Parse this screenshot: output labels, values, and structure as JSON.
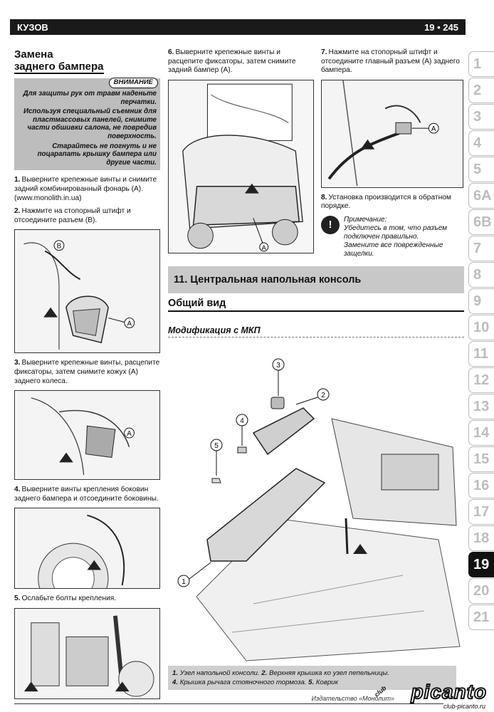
{
  "header": {
    "section": "КУЗОВ",
    "page": "19 • 245"
  },
  "col1": {
    "title_line1": "Замена",
    "title_line2": "заднего бампера",
    "warning": {
      "label": "ВНИМАНИЕ",
      "p1": "Для защиты рук от травм наденьте перчатки.",
      "p2": "Используя специальный съемник для пластмассовых панелей, снимите части обшивки салона, не повредив поверхность.",
      "p3": "Старайтесь не погнуть и не поцарапать крышку бампера или другие части."
    },
    "step1_num": "1.",
    "step1": "Выверните крепежные винты и снимите задний комбинированный фонарь (А). (www.monolith.in.ua)",
    "step2_num": "2.",
    "step2": "Нажмите на стопорный штифт и отсоедините разъем (В).",
    "step3_num": "3.",
    "step3": "Выверните крепежные винты, расцепите фиксаторы, затем снимите кожух (А) заднего колеса.",
    "step4_num": "4.",
    "step4": "Выверните винты крепления боковин заднего бампера и отсоедините боковины.",
    "step5_num": "5.",
    "step5": "Ослабьте болты крепления."
  },
  "col2": {
    "step6_num": "6.",
    "step6": "Выверните крепежные винты и расцепите фиксаторы, затем снимите задний бампер (А)."
  },
  "col3": {
    "step7_num": "7.",
    "step7": "Нажмите на стопорный штифт и отсоедините главный разъем (А) заднего бампера.",
    "step8_num": "8.",
    "step8": "Установка производится в обратном порядке.",
    "note_title": "Примечание:",
    "note_p1": "Убедитесь в том, что разъем подключен правильно.",
    "note_p2": "Замените все поврежденные защелки."
  },
  "section11": {
    "title": "11. Центральная напольная консоль",
    "general": "Общий вид",
    "modification": "Модификация с МКП"
  },
  "callouts": {
    "A": "A",
    "B": "B",
    "n1": "1",
    "n2": "2",
    "n3": "3",
    "n4": "4",
    "n5": "5"
  },
  "caption": {
    "n1": "1.",
    "t1": "Узел напольной консоли.",
    "n2": "2.",
    "t2": "Верхняя крышка ко",
    "t3": "узел пепельницы.",
    "n4": "4.",
    "t4": "Крышка рычага стояночного тормоза.",
    "n5": "5.",
    "t5": "Коврик"
  },
  "tabs": [
    "1",
    "2",
    "3",
    "4",
    "5",
    "6A",
    "6B",
    "7",
    "8",
    "9",
    "10",
    "11",
    "12",
    "13",
    "14",
    "15",
    "16",
    "17",
    "18",
    "19",
    "20",
    "21"
  ],
  "active_tab": "19",
  "watermark": {
    "club": "club",
    "brand": "picanto",
    "site": "club-picanto.ru"
  },
  "publisher": "Издательство «Монолит»"
}
